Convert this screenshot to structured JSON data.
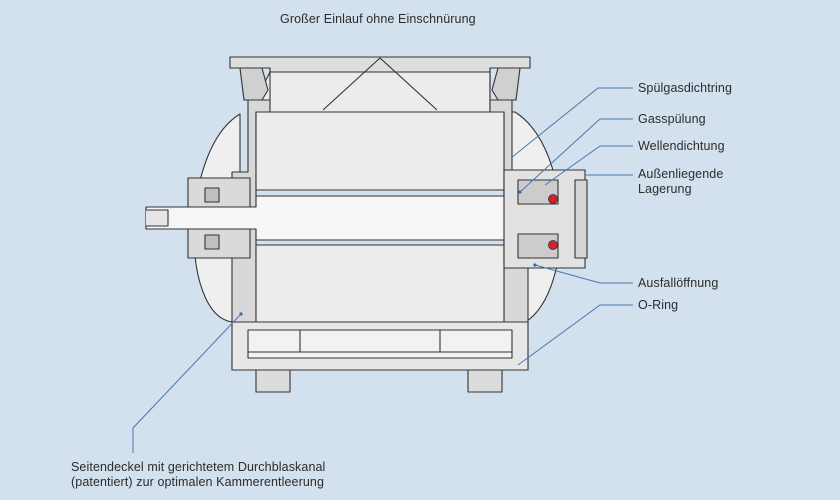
{
  "colors": {
    "background": "#d3e0ee",
    "metal_light": "#eeeeee",
    "metal_mid": "#d8d8d8",
    "outline": "#333333",
    "leader": "#4a78b0",
    "seal_red": "#d6202a"
  },
  "title": "Großer Einlauf ohne Einschnürung",
  "labels": {
    "spuelgasdichtring": "Spülgasdichtring",
    "gasspuelung": "Gasspülung",
    "wellendichtung": "Wellendichtung",
    "lagerung": "Außenliegende\nLagerung",
    "ausfalloeffnung": "Ausfallöffnung",
    "oring": "O-Ring",
    "seitendeckel": "Seitendeckel mit gerichtetem Durchblaskanal\n(patentiert) zur optimalen Kammerentleerung"
  }
}
